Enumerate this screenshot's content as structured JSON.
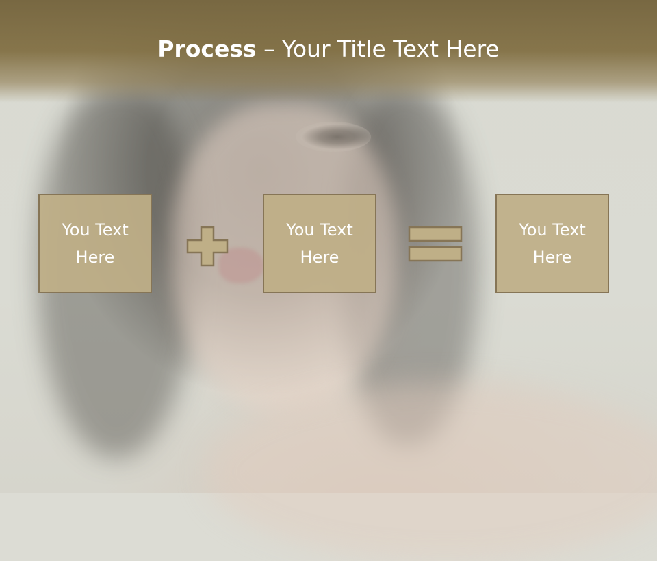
{
  "slide": {
    "title_bold": "Process",
    "title_rest": " – Your Title Text Here",
    "accent_color": "#BFAF87",
    "border_color": "#867556",
    "header_color": "#7A6A44"
  },
  "process": {
    "boxes": [
      {
        "text": "You Text Here"
      },
      {
        "text": "You Text Here"
      },
      {
        "text": "You Text Here"
      }
    ],
    "operators": [
      "plus-icon",
      "equals-icon"
    ]
  }
}
